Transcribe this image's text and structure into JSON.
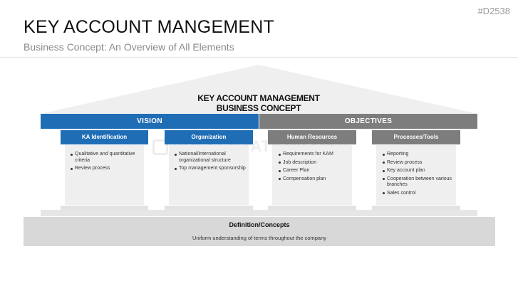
{
  "slide_id": "#D2538",
  "title": "KEY ACCOUNT MANGEMENT",
  "subtitle": "Business Concept: An Overview of All Elements",
  "roof": {
    "line1": "KEY ACCOUNT MANAGEMENT",
    "line2": "BUSINESS CONCEPT"
  },
  "bands": {
    "vision": "VISION",
    "objectives": "OBJECTIVES"
  },
  "columns": [
    {
      "header": "KA Identification",
      "color": "#1f6db5",
      "items": [
        "Qualitative and quantitative criteria",
        "Review process"
      ]
    },
    {
      "header": "Organization",
      "color": "#1f6db5",
      "items": [
        "National/international organizational structure",
        "Top management sponsorship"
      ]
    },
    {
      "header": "Human Resources",
      "color": "#7d7d7d",
      "items": [
        "Requirements for KAM",
        "Job description",
        "Career Plan",
        "Compensation plan"
      ]
    },
    {
      "header": "Processes/Tools",
      "color": "#7d7d7d",
      "items": [
        "Reporting",
        "Review process",
        "Key account plan",
        "Cooperation between various branches",
        "Sales control"
      ]
    }
  ],
  "foundation": {
    "title": "Definition/Concepts",
    "text": "Uniform understanding of terms throughout the company"
  },
  "watermark": "PRESENTATIONLOAD"
}
